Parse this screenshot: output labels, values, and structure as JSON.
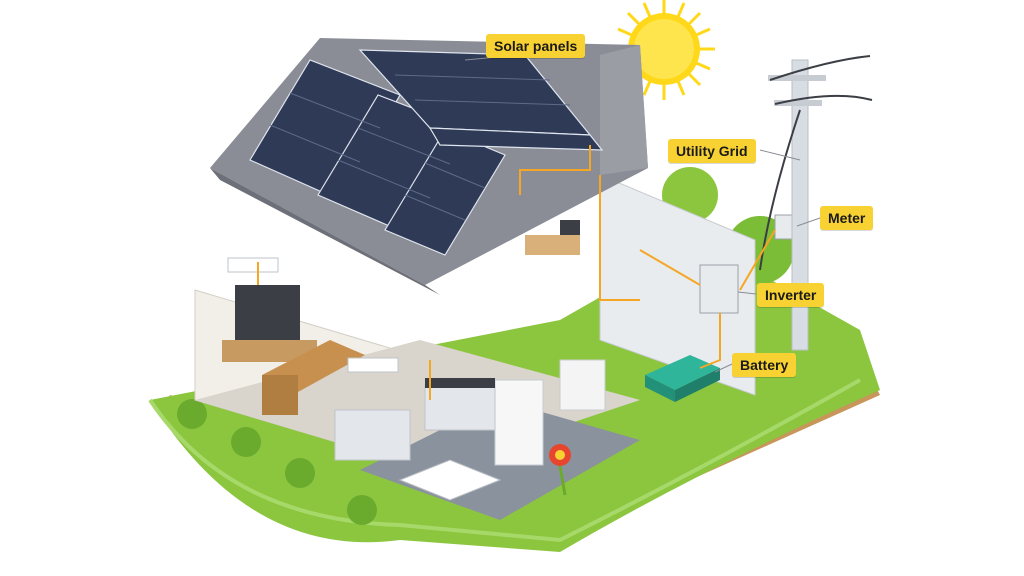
{
  "labels": {
    "solar_panels": "Solar panels",
    "utility_grid": "Utility Grid",
    "meter": "Meter",
    "inverter": "Inverter",
    "battery": "Battery"
  },
  "colors": {
    "label_bg": "#f8d232",
    "wire": "#f5a623",
    "grass": "#8cc63f",
    "soil": "#c8955a",
    "roof": "#7d8088",
    "panel": "#2e3a56",
    "sun": "#ffd81a"
  }
}
